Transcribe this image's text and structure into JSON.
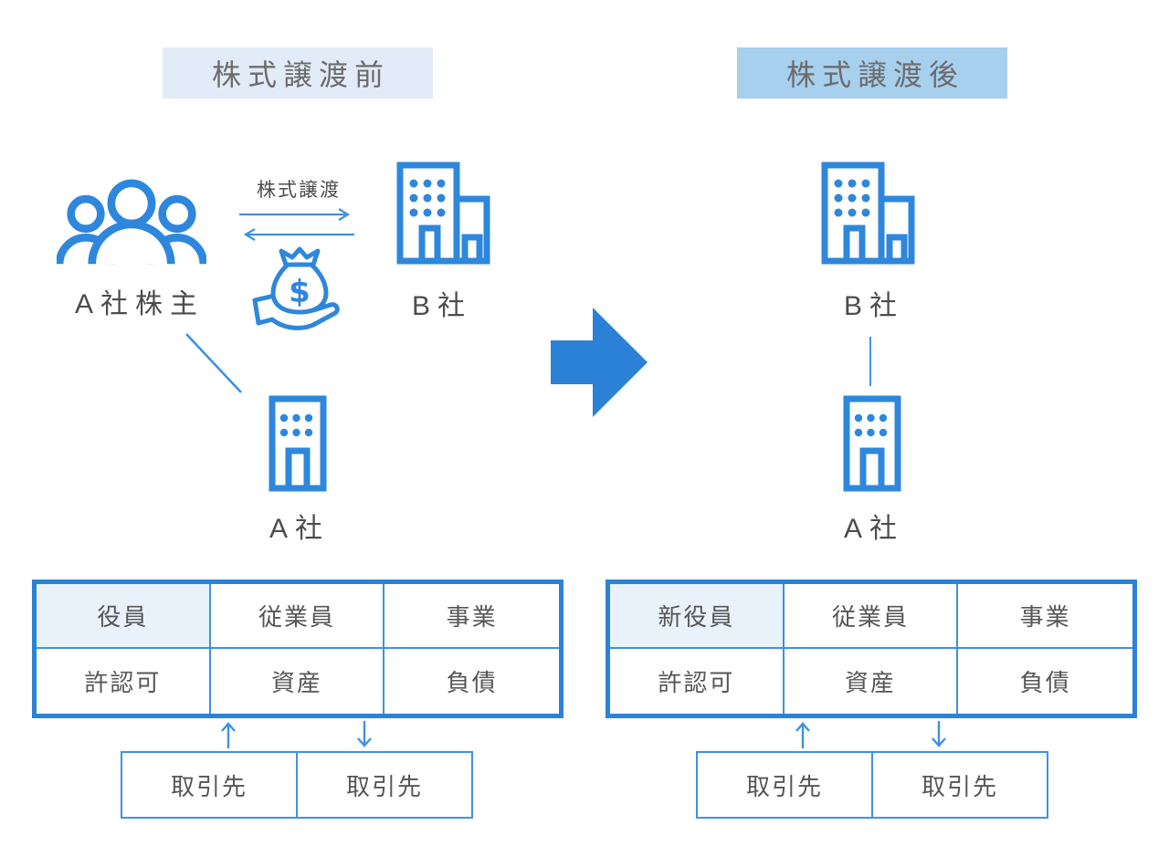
{
  "colors": {
    "primary_blue": "#2e87dc",
    "line_blue": "#3e92e0",
    "table_border": "#2b83d7",
    "big_arrow": "#2b81d5",
    "title_text": "#6c6c6c",
    "label_text": "#4c4c4c",
    "cell_text": "#565656",
    "title_before_bg": "#e2ecf8",
    "title_after_bg": "#a7cfee",
    "highlight_cell_bg": "#e9f1fb"
  },
  "before": {
    "title": "株式譲渡前",
    "shareholder_label": "A社株主",
    "transfer_label": "株式譲渡",
    "company_b_label": "B社",
    "company_a_label": "A社",
    "table": {
      "rows": [
        [
          "役員",
          "従業員",
          "事業"
        ],
        [
          "許認可",
          "資産",
          "負債"
        ]
      ]
    },
    "partners": [
      "取引先",
      "取引先"
    ]
  },
  "after": {
    "title": "株式譲渡後",
    "company_b_label": "B社",
    "company_a_label": "A社",
    "table": {
      "rows": [
        [
          "新役員",
          "従業員",
          "事業"
        ],
        [
          "許認可",
          "資産",
          "負債"
        ]
      ]
    },
    "partners": [
      "取引先",
      "取引先"
    ]
  },
  "icons": {
    "shareholders": "people-group-icon",
    "company_b": "two-buildings-icon",
    "company_a": "single-building-icon",
    "payment": "money-bag-hand-icon",
    "transfer": "exchange-arrows",
    "transition": "big-right-arrow"
  }
}
